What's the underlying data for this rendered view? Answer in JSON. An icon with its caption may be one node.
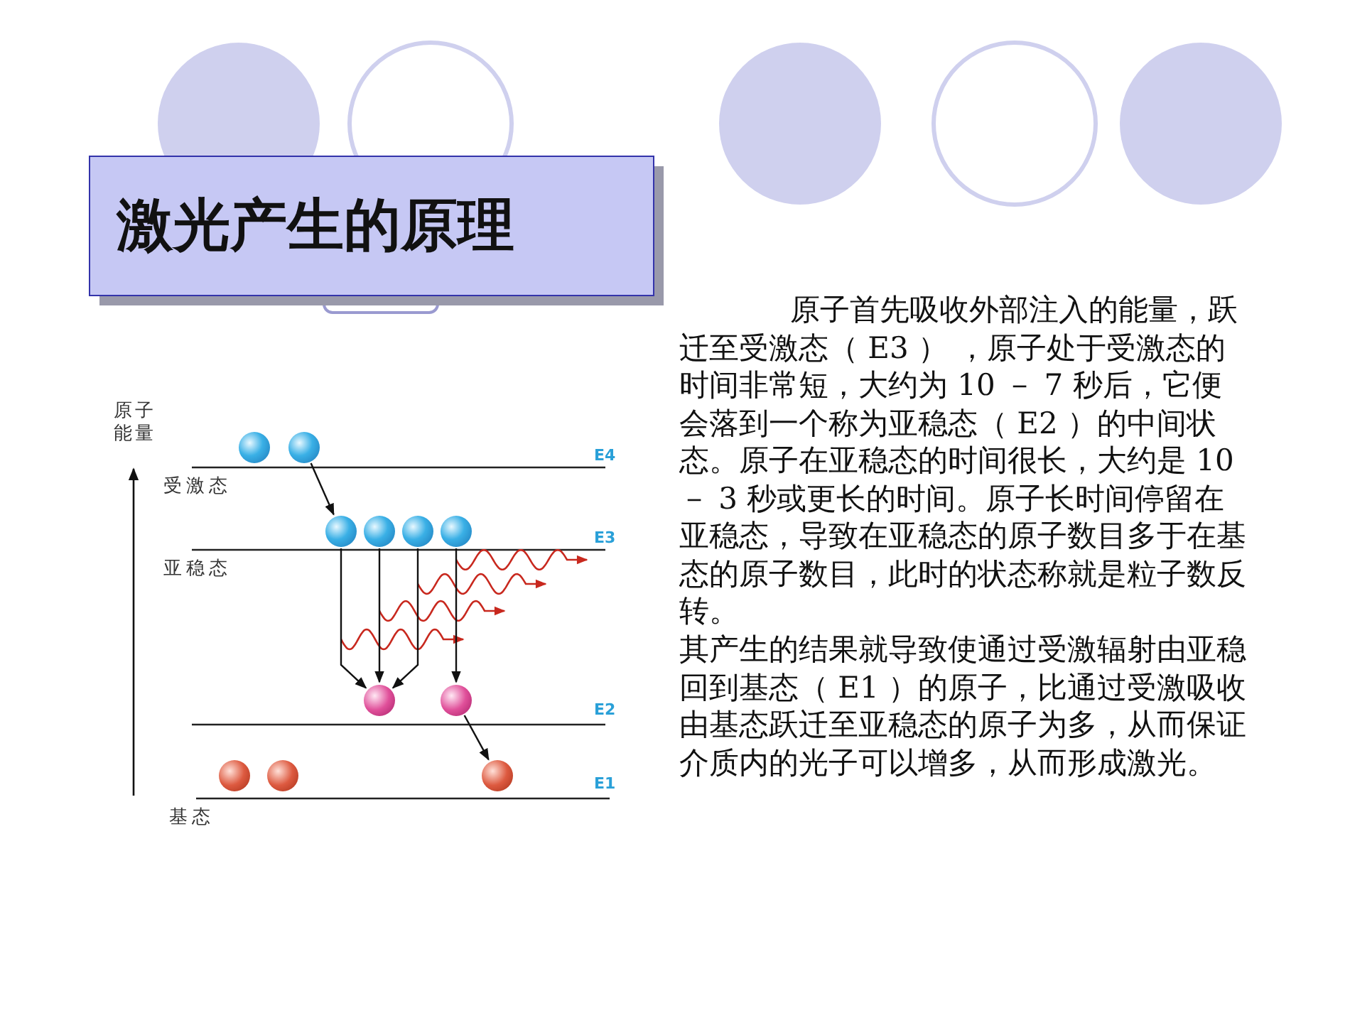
{
  "diagram": {
    "title": "激光产生的原理",
    "nodes": [
      {
        "text": [],
        "shape": "circle"
      },
      {
        "text": [],
        "shape": "circle"
      },
      {
        "text": [],
        "shape": "circle"
      },
      {
        "text": [],
        "shape": "circle"
      },
      {
        "text": [],
        "shape": "circle"
      },
      {
        "text": [],
        "shape": "circle"
      },
      {
        "text": [],
        "shape": "circle"
      },
      {
        "text": [],
        "shape": "circle"
      },
      {
        "text": [],
        "shape": "circle"
      },
      {
        "text": [],
        "shape": "circle"
      },
      {
        "text": [],
        "shape": "circle"
      }
    ],
    "edges": [
      {
        "from": 1,
        "to": 2,
        "arrow": "to"
      },
      {
        "from": 2,
        "to": 6,
        "arrow": "to"
      },
      {
        "from": 3,
        "to": 6,
        "arrow": "to"
      },
      {
        "from": 4,
        "to": 6,
        "arrow": "to"
      },
      {
        "from": 5,
        "to": 7,
        "arrow": "to"
      },
      {
        "from": 7,
        "to": 10,
        "arrow": "to"
      }
    ],
    "labels": [
      "原子能量",
      "E4",
      "受激态",
      "E3",
      "亚稳态",
      "E2",
      "E1",
      "基态",
      "原子首先吸收外部注入的能量，跃迁至受激态（ E3 ） ，原子处于受激态的时间非常短，大约为 10 － 7 秒后，它便会落到一个称为亚稳态（ E2 ）的中间状态。原子在亚稳态的时间很长，大约是 10 － 3 秒或更长的时间。原子长时间停留在亚稳态，导致在亚稳态的原子数目多于在基态的原子数目，此时的状态称就是粒子数反转。",
      "其产生的结果就导致使通过受激辐射由亚稳回到基态（ E1 ）的原子，比通过受激吸收由基态跃迁至亚稳态的原子为多，从而保证介质内的光子可以增多，从而形成激光。"
    ]
  }
}
